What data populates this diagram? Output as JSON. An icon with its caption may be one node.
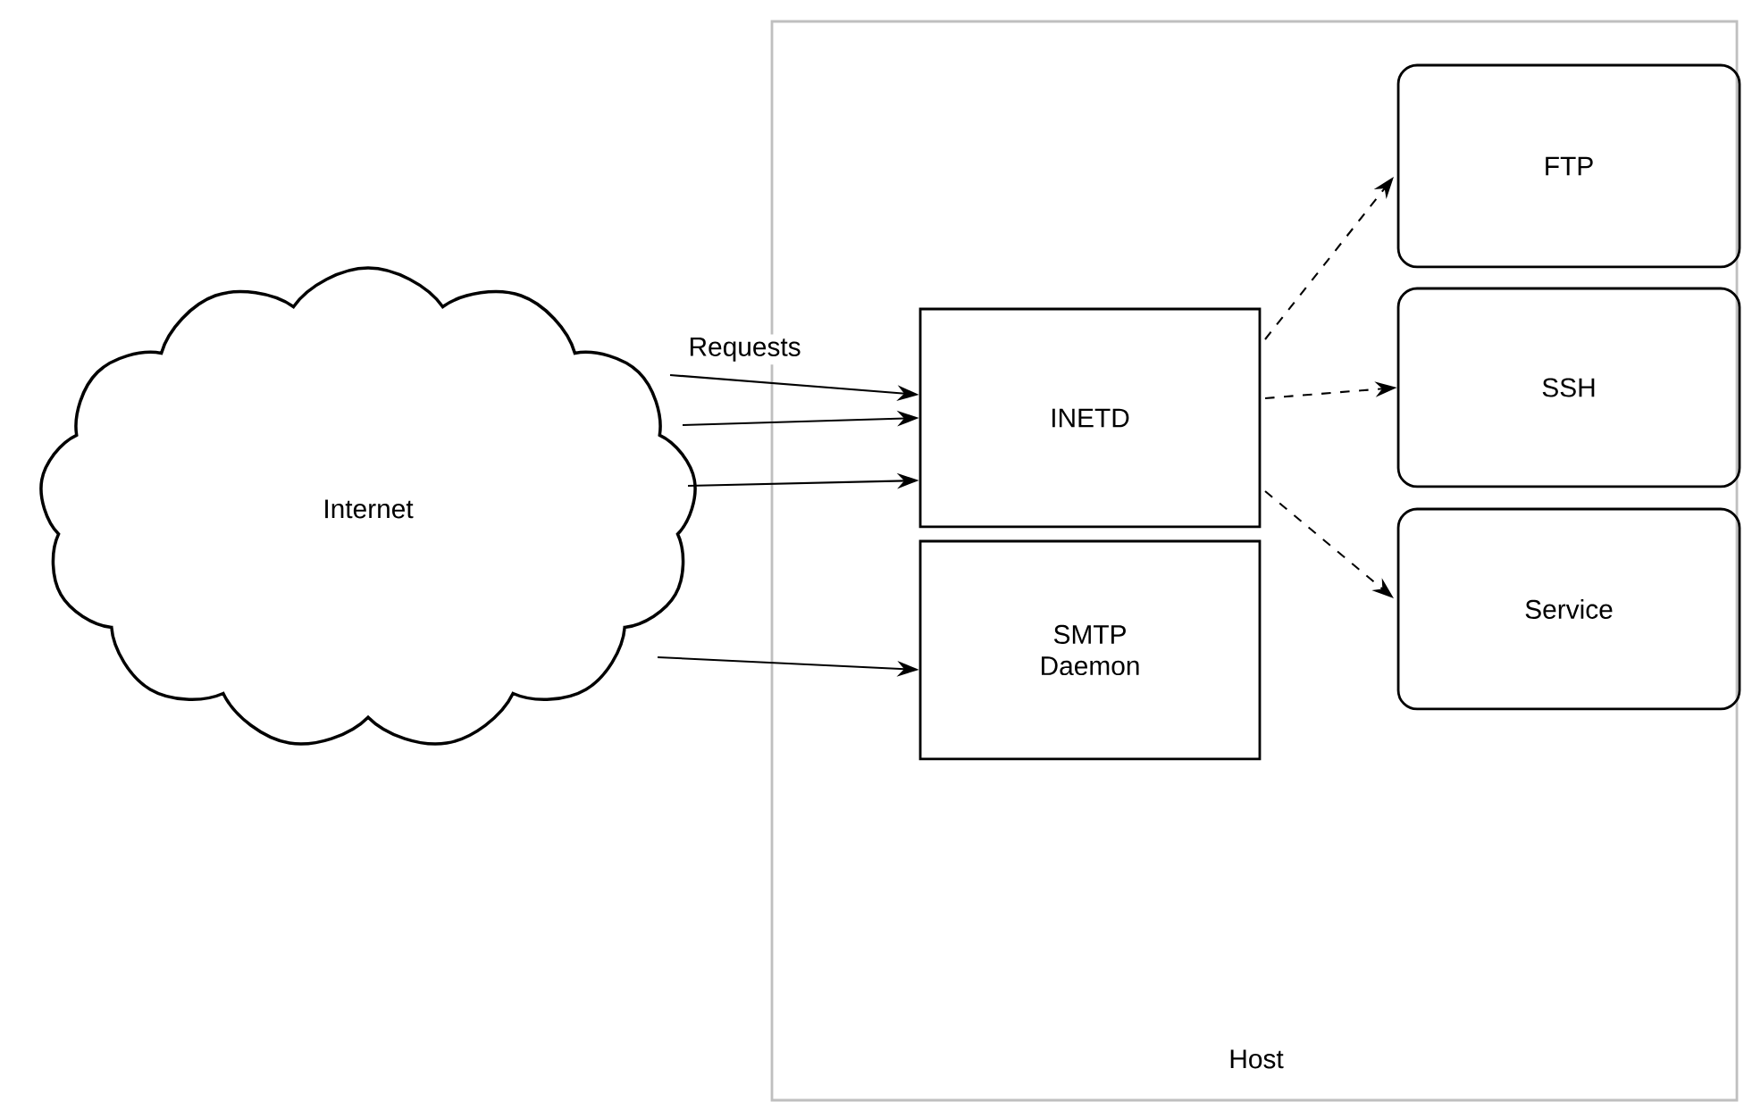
{
  "diagram": {
    "nodes": [
      {
        "text": [
          "Host"
        ]
      },
      {
        "text": [
          "Internet"
        ]
      },
      {
        "text": [
          "INETD"
        ],
        "in": 0
      },
      {
        "text": [
          "SMTP Daemon"
        ],
        "in": 0
      },
      {
        "text": [
          "FTP"
        ],
        "in": 0
      },
      {
        "text": [
          "SSH"
        ],
        "in": 0
      },
      {
        "text": [
          "Service"
        ],
        "in": 0
      }
    ],
    "edges": [
      {
        "from": 1,
        "to": 2,
        "arrow": "to",
        "label": "Requests"
      },
      {
        "from": 1,
        "to": 2,
        "arrow": "to"
      },
      {
        "from": 1,
        "to": 2,
        "arrow": "to"
      },
      {
        "from": 1,
        "to": 3,
        "arrow": "to"
      },
      {
        "from": 2,
        "to": 4,
        "arrow": "to",
        "style": "dashed"
      },
      {
        "from": 2,
        "to": 5,
        "arrow": "to",
        "style": "dashed"
      },
      {
        "from": 2,
        "to": 6,
        "arrow": "to",
        "style": "dashed"
      }
    ]
  }
}
